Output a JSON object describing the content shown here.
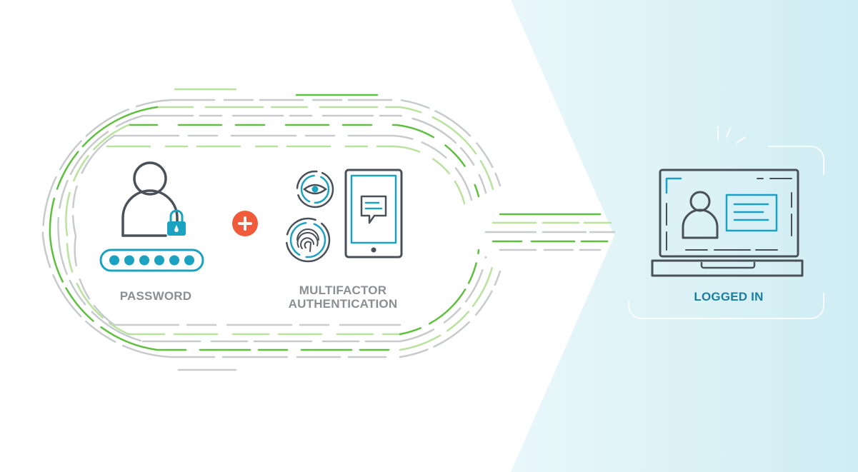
{
  "labels": {
    "password": "PASSWORD",
    "mfa_line1": "MULTIFACTOR",
    "mfa_line2": "AUTHENTICATION",
    "logged_in": "LOGGED IN"
  },
  "colors": {
    "label_gray": "#8a8f94",
    "label_teal": "#1a7fa0",
    "icon_gray": "#4a5058",
    "icon_teal": "#1ba2c0",
    "accent_green": "#5fbf3f",
    "light_green": "#b9e29f",
    "line_gray": "#c8cbce",
    "plus_orange": "#f15a3a",
    "panel_bg": "#d4eff4"
  },
  "icons": {
    "user": "user-lock-icon",
    "password_field": "password-dots-icon",
    "plus": "plus-icon",
    "eye_scan": "eye-scan-icon",
    "fingerprint": "fingerprint-icon",
    "phone": "phone-message-icon",
    "laptop": "laptop-profile-icon"
  }
}
